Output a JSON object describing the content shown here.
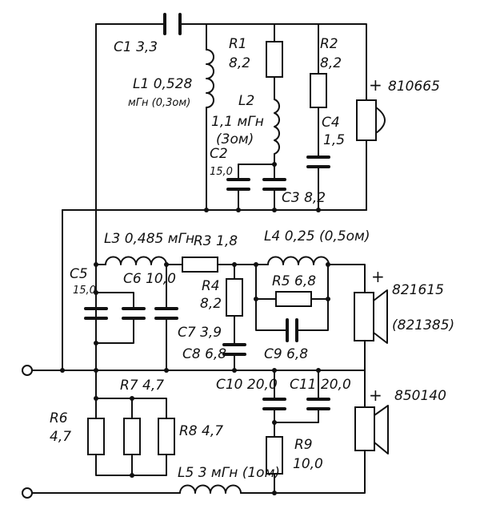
{
  "labels": {
    "c1": "C1 3,3",
    "l1a": "L1 0,528",
    "l1b": "мГн (0,3ом)",
    "r1a": "R1",
    "r1b": "8,2",
    "r2a": "R2",
    "r2b": "8,2",
    "spk1": "810665",
    "l2a": "L2",
    "l2b": "1,1 мГн",
    "l2c": "(3ом)",
    "c4a": "C4",
    "c4b": "1,5",
    "c2a": "C2",
    "c2b": "15,0",
    "c3": "C3 8,2",
    "l3": "L3 0,485 мГн",
    "r3": "R3 1,8",
    "l4": "L4 0,25 (0,5ом)",
    "c5a": "C5",
    "c5b": "15,0",
    "c6": "C6 10,0",
    "r4a": "R4",
    "r4b": "8,2",
    "r5": "R5 6,8",
    "spk2a": "821615",
    "spk2b": "(821385)",
    "c7": "C7 3,9",
    "c8": "C8 6,8",
    "c9": "C9 6,8",
    "c10": "C10 20,0",
    "c11": "C11 20,0",
    "spk3": "850140",
    "r7": "R7 4,7",
    "r6a": "R6",
    "r6b": "4,7",
    "r8": "R8 4,7",
    "r9a": "R9",
    "r9b": "10,0",
    "l5": "L5 3 мГн (1ом)",
    "plus": "+"
  },
  "icons": {
    "resistor": "resistor-symbol",
    "capacitor": "capacitor-symbol",
    "inductor": "inductor-symbol",
    "speaker": "loudspeaker-symbol",
    "terminal": "input-terminal"
  }
}
